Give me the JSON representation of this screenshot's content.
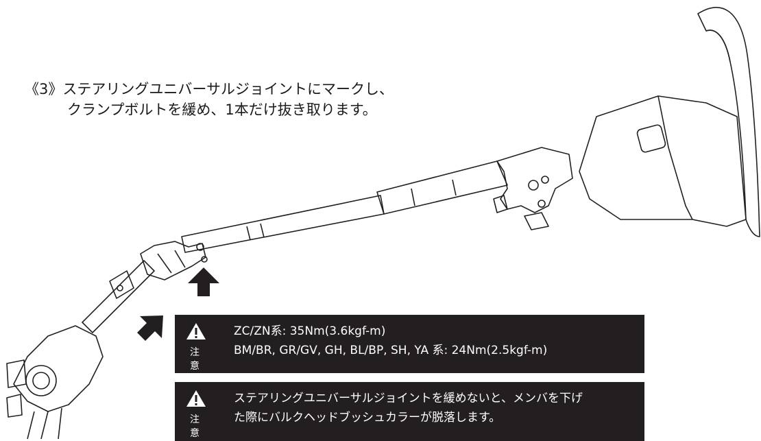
{
  "step": {
    "line1": "《3》ステアリングユニバーサルジョイントにマークし、",
    "line2": "クランプボルトを緩め、1本だけ抜き取ります。"
  },
  "cautions": [
    {
      "icon": "warning-triangle-icon",
      "label": "注 意",
      "lines": [
        "ZC/ZN系:  35Nm(3.6kgf-m)",
        "BM/BR, GR/GV, GH, BL/BP, SH, YA 系:  24Nm(2.5kgf-m)"
      ]
    },
    {
      "icon": "warning-triangle-icon",
      "label": "注 意",
      "lines": [
        "ステアリングユニバーサルジョイントを緩めないと、メンバを下げ",
        "た際にバルクヘッドブッシュカラーが脱落します。"
      ]
    }
  ],
  "colors": {
    "box": "#231f20",
    "text": "#ffffff",
    "line": "#231f20"
  }
}
